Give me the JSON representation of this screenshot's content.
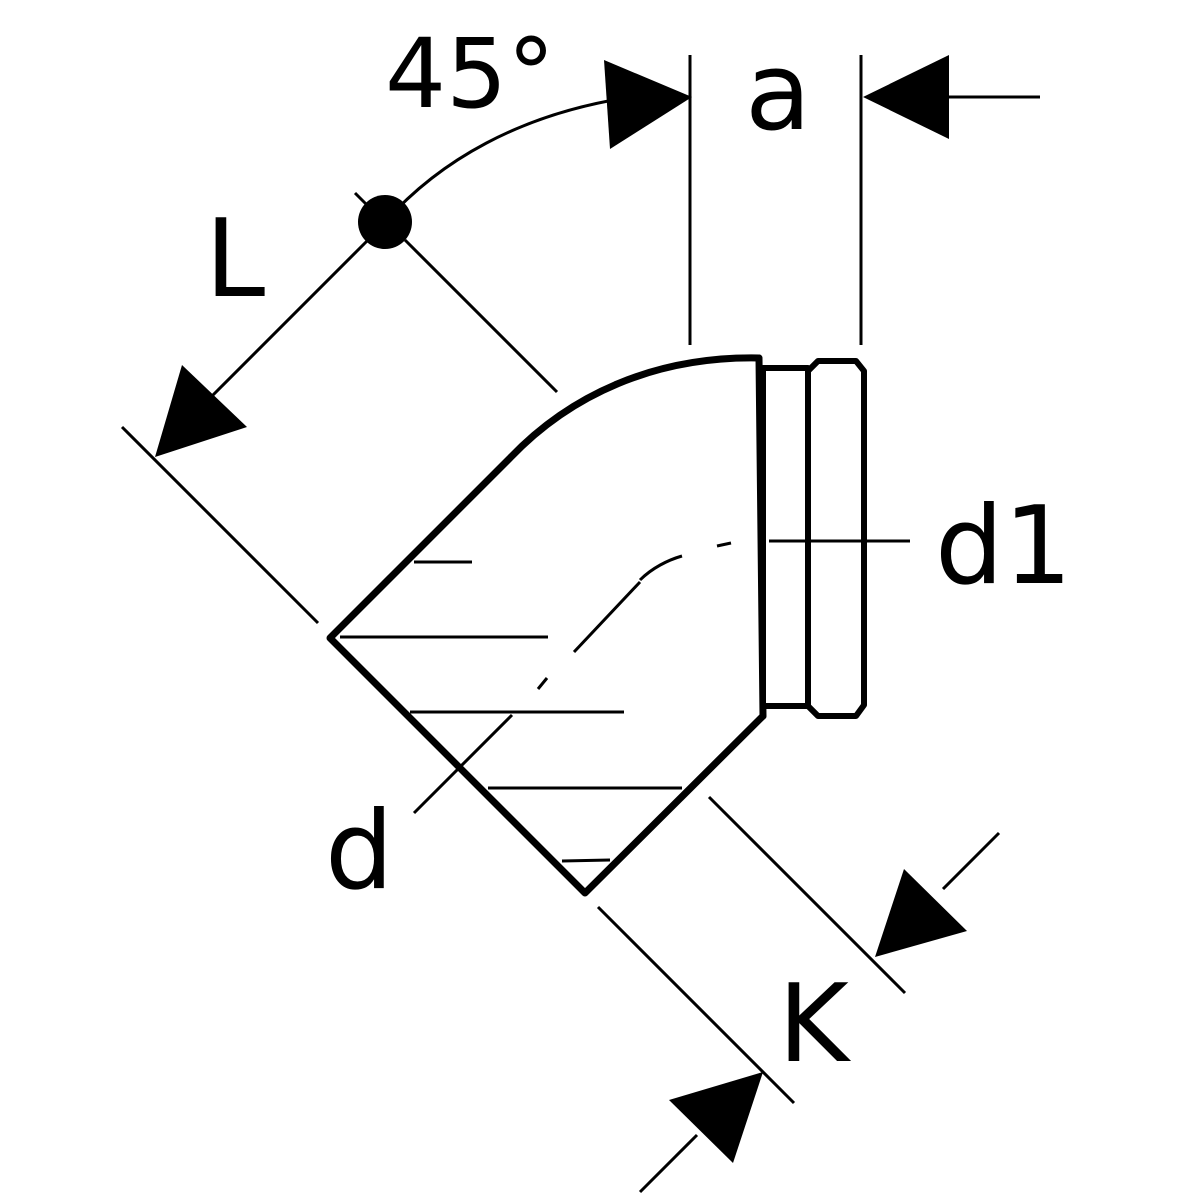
{
  "labels": {
    "angle": "45°",
    "a": "a",
    "L": "L",
    "d1": "d1",
    "d": "d",
    "K": "K"
  },
  "colors": {
    "ink": "#000000",
    "background": "#ffffff"
  }
}
